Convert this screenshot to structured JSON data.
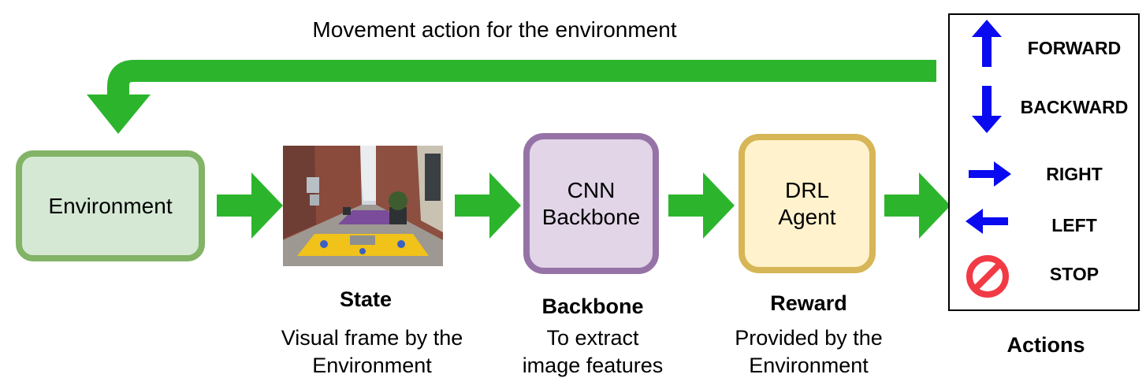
{
  "feedback": {
    "label": "Movement action for the environment",
    "color": "#2cb52c"
  },
  "flow_color": "#2cb52c",
  "nodes": {
    "environment": {
      "label": "Environment"
    },
    "cnn": {
      "label": "CNN\nBackbone"
    },
    "drl": {
      "label": "DRL\nAgent"
    }
  },
  "captions": {
    "state": {
      "title": "State",
      "desc": "Visual frame by the\nEnvironment"
    },
    "backbone": {
      "title": "Backbone",
      "desc": "To extract\nimage features"
    },
    "reward": {
      "title": "Reward",
      "desc": "Provided by the\nEnvironment"
    }
  },
  "actions": {
    "title": "Actions",
    "items": [
      {
        "label": "FORWARD",
        "icon": "arrow-up-icon"
      },
      {
        "label": "BACKWARD",
        "icon": "arrow-down-icon"
      },
      {
        "label": "RIGHT",
        "icon": "arrow-right-icon"
      },
      {
        "label": "LEFT",
        "icon": "arrow-left-icon"
      },
      {
        "label": "STOP",
        "icon": "stop-sign-icon"
      }
    ],
    "arrow_color": "#0a0af0",
    "stop_color": "#f23a45"
  }
}
